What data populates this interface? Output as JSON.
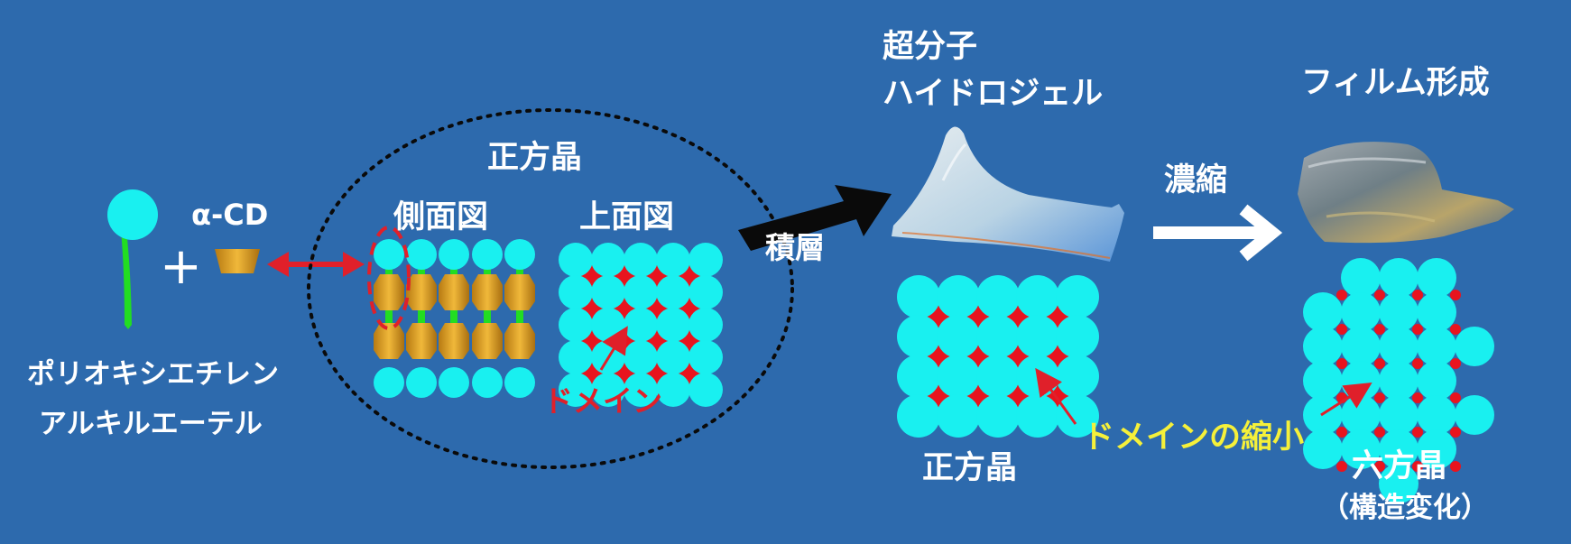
{
  "labels": {
    "polymer_line1": "ポリオキシエチレン",
    "polymer_line2": "アルキルエーテル",
    "alpha_cd": "α-CD",
    "plus": "+",
    "square_crystal_top": "正方晶",
    "side_view": "側面図",
    "top_view": "上面図",
    "domain": "ドメイン",
    "stacking": "積層",
    "hydrogel_line1": "超分子",
    "hydrogel_line2": "ハイドロジェル",
    "square_crystal_bottom": "正方晶",
    "concentration": "濃縮",
    "film_formation": "フィルム形成",
    "domain_shrink": "ドメインの縮小",
    "hexagonal_line1": "六方晶",
    "hexagonal_line2": "（構造変化）"
  },
  "colors": {
    "background": "#2d6aad",
    "sphere": "#19f0f0",
    "domain": "#e8141e",
    "tail": "#22dd22",
    "cyclodextrin": "#e3a51e",
    "dotted_circle": "#0a0a0a",
    "highlight_text": "#f5f03a"
  }
}
